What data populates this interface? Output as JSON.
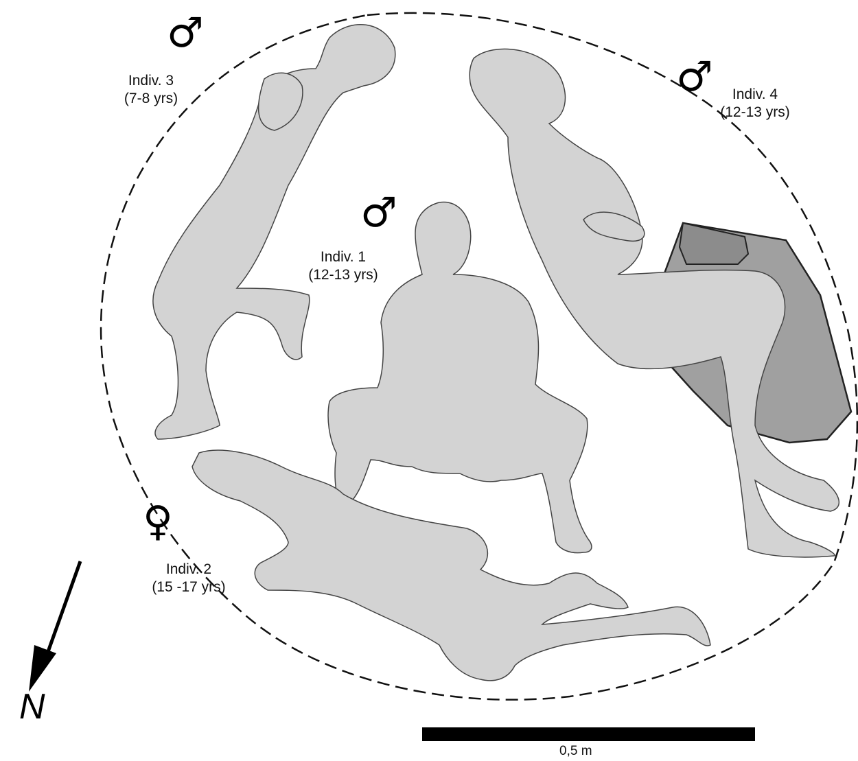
{
  "individuals": [
    {
      "id": "indiv-3",
      "name": "Indiv. 3",
      "age": "(7-8 yrs)",
      "sex": "male",
      "symbol": "♂"
    },
    {
      "id": "indiv-4",
      "name": "Indiv. 4",
      "age": "(12-13 yrs)",
      "sex": "male",
      "symbol": "♂"
    },
    {
      "id": "indiv-1",
      "name": "Indiv. 1",
      "age": "(12-13 yrs)",
      "sex": "male",
      "symbol": "♂"
    },
    {
      "id": "indiv-2",
      "name": "Indiv. 2",
      "age": "(15 -17 yrs)",
      "sex": "female",
      "symbol": "♀"
    }
  ],
  "north": {
    "label": "N"
  },
  "scale_bar": {
    "label": "0,5 m"
  },
  "colors": {
    "body_fill": "#d3d3d3",
    "body_stroke": "#444444",
    "stone_fill": "#a0a0a0",
    "stone_dark": "#8c8c8c",
    "outline": "#111111"
  }
}
